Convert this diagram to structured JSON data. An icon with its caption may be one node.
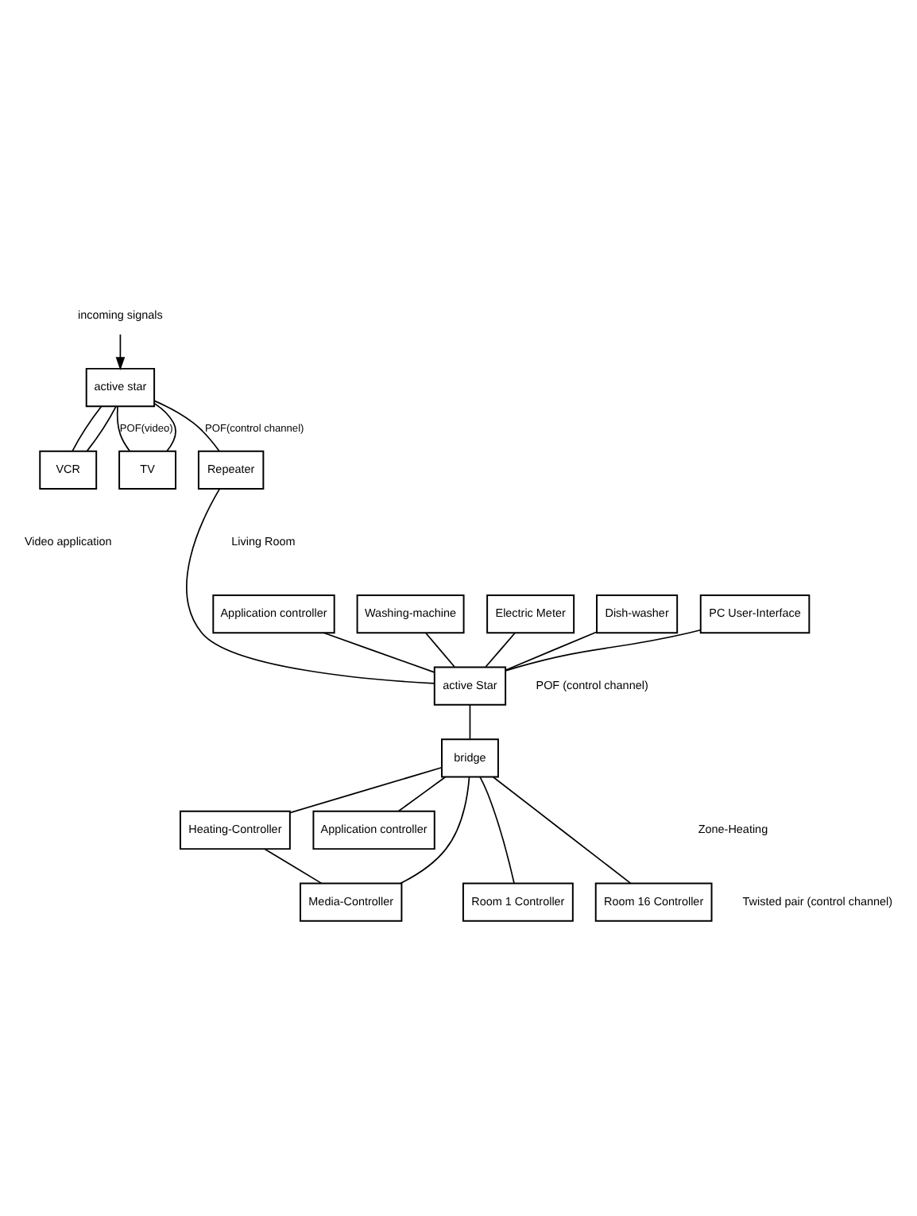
{
  "diagram": {
    "nodes": [
      {
        "text": [
          "incoming signals"
        ]
      },
      {
        "text": [
          "active star"
        ]
      },
      {
        "text": [
          "VCR"
        ]
      },
      {
        "text": [
          "TV"
        ]
      },
      {
        "text": [
          "Repeater"
        ]
      },
      {
        "text": [
          "Application controller"
        ]
      },
      {
        "text": [
          "Washing-machine"
        ]
      },
      {
        "text": [
          "Electric Meter"
        ]
      },
      {
        "text": [
          "Dish-washer"
        ]
      },
      {
        "text": [
          "PC User-Interface"
        ]
      },
      {
        "text": [
          "active Star"
        ]
      },
      {
        "text": [
          "bridge"
        ]
      },
      {
        "text": [
          "Heating-Controller"
        ]
      },
      {
        "text": [
          "Application controller"
        ]
      },
      {
        "text": [
          "Media-Controller"
        ]
      },
      {
        "text": [
          "Room 1 Controller"
        ]
      },
      {
        "text": [
          "Room 16 Controller"
        ]
      }
    ],
    "edges": [
      {
        "from": 0,
        "to": 1,
        "arrow": "to"
      },
      {
        "from": 1,
        "to": 2,
        "arrow": "none"
      },
      {
        "from": 1,
        "to": 2,
        "arrow": "none"
      },
      {
        "from": 1,
        "to": 3,
        "arrow": "none",
        "label": "POF(video)"
      },
      {
        "from": 1,
        "to": 3,
        "arrow": "none"
      },
      {
        "from": 1,
        "to": 4,
        "arrow": "none",
        "label": "POF(control channel)"
      },
      {
        "from": 4,
        "to": 10,
        "arrow": "none"
      },
      {
        "from": 5,
        "to": 10,
        "arrow": "none"
      },
      {
        "from": 6,
        "to": 10,
        "arrow": "none"
      },
      {
        "from": 7,
        "to": 10,
        "arrow": "none"
      },
      {
        "from": 8,
        "to": 10,
        "arrow": "none"
      },
      {
        "from": 9,
        "to": 10,
        "arrow": "none"
      },
      {
        "from": 10,
        "to": 11,
        "arrow": "none"
      },
      {
        "from": 11,
        "to": 13,
        "arrow": "none"
      },
      {
        "from": 11,
        "to": 12,
        "arrow": "none"
      },
      {
        "from": 11,
        "to": 14,
        "arrow": "none"
      },
      {
        "from": 11,
        "to": 15,
        "arrow": "none"
      },
      {
        "from": 11,
        "to": 16,
        "arrow": "none"
      },
      {
        "from": 12,
        "to": 14,
        "arrow": "none"
      }
    ],
    "labels": [
      "Video application",
      "Living Room",
      "POF (control channel)",
      "Zone-Heating",
      "Twisted pair (control channel)"
    ]
  }
}
